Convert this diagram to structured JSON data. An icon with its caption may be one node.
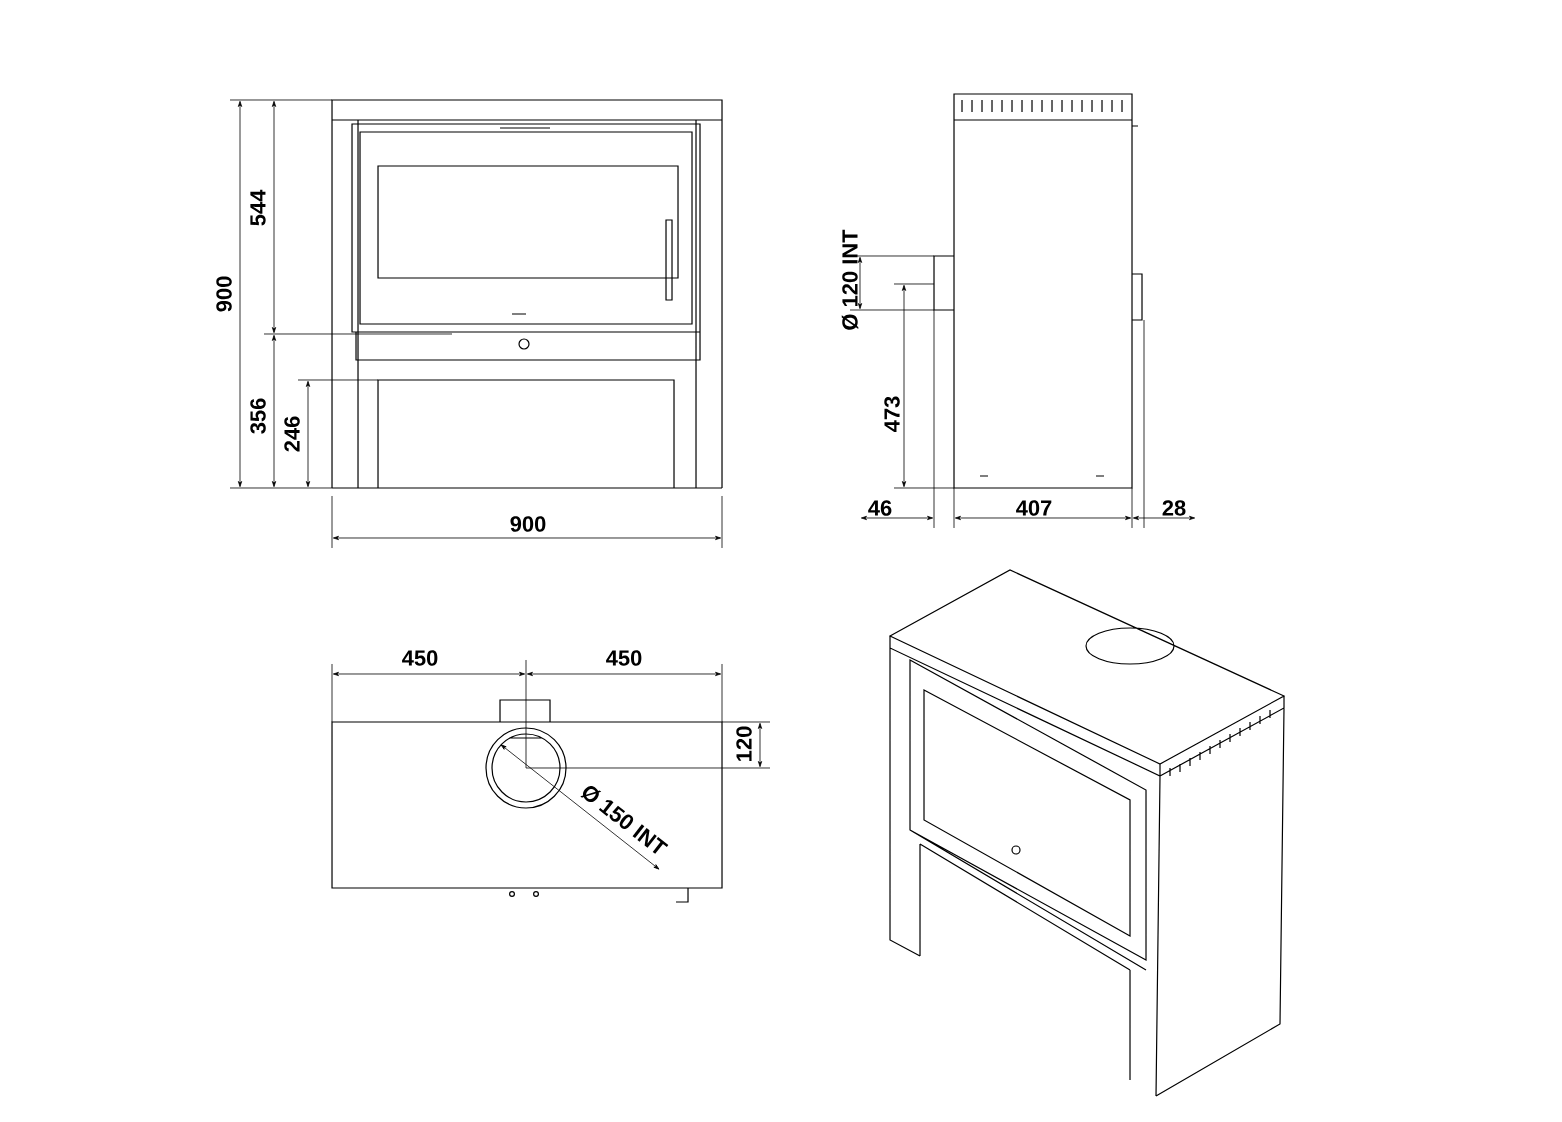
{
  "diagram": {
    "labels": [
      "900",
      "544",
      "356",
      "246",
      "900",
      "Ø 120 INT",
      "473",
      "46",
      "407",
      "28",
      "450",
      "450",
      "120",
      "Ø 150 INT"
    ]
  }
}
